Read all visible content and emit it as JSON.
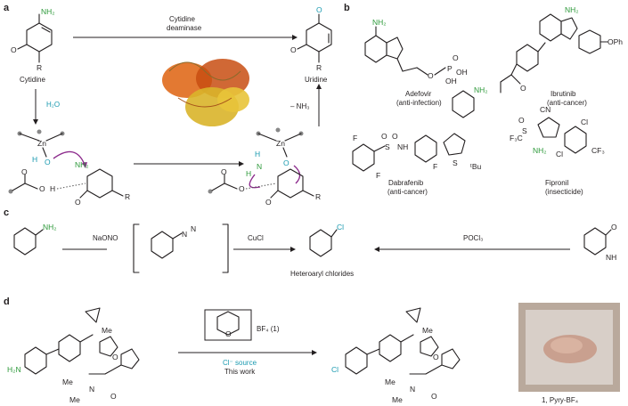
{
  "panels": {
    "a": "a",
    "b": "b",
    "c": "c",
    "d": "d"
  },
  "panel_a": {
    "cytidine": "Cytidine",
    "uridine": "Uridine",
    "enzyme_line1": "Cytidine",
    "enzyme_line2": "deaminase",
    "water": "H₂O",
    "ammonia": "– NH₃",
    "nh2": "NH₂",
    "o_label": "O",
    "r_label": "R",
    "zn": "Zn",
    "h": "H",
    "n": "N"
  },
  "panel_b": {
    "drugs": [
      {
        "name": "Adefovir",
        "use": "(anti-infection)"
      },
      {
        "name": "Ibrutinib",
        "use": "(anti-cancer)"
      },
      {
        "name": "Dabrafenib",
        "use": "(anti-cancer)"
      },
      {
        "name": "Fipronil",
        "use": "(insecticide)"
      }
    ],
    "oh": "OH",
    "oph": "OPh",
    "p": "P",
    "cn": "CN",
    "cf3": "CF₃",
    "f3c": "F₃C",
    "cl": "Cl",
    "f": "F",
    "tbu": "ᵗBu",
    "s": "S"
  },
  "panel_c": {
    "reagent1": "NaONO",
    "reagent2": "CuCl",
    "reagent3": "POCl₃",
    "product_label": "Heteroaryl chlorides",
    "cl": "Cl",
    "nh2": "NH₂",
    "nh": "NH",
    "o": "O"
  },
  "panel_d": {
    "pyry_anion": "BF₄ (1)",
    "cl_source": "Cl⁻ source",
    "this_work": "This work",
    "photo_caption": "1, Pyry-BF₄",
    "me": "Me",
    "h2n": "H₂N",
    "cl": "Cl"
  },
  "colors": {
    "green": "#2e9a3b",
    "teal": "#1a9ab0",
    "purple": "#8c2a8c",
    "protein_orange": "#e06a1c",
    "protein_yellow": "#d9b42a"
  }
}
